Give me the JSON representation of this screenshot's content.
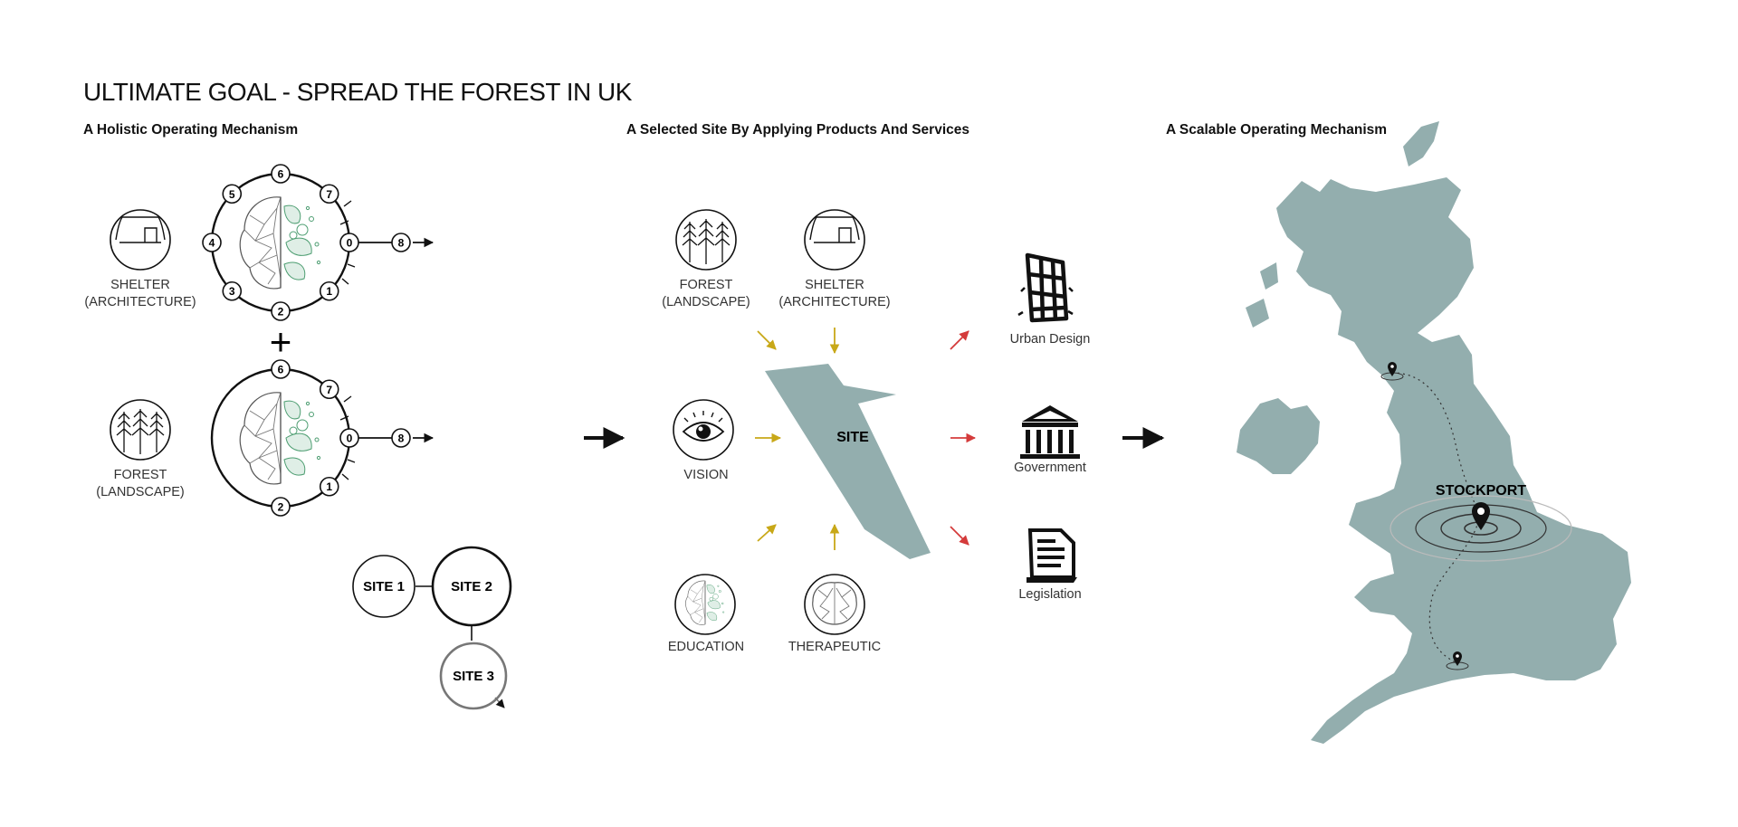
{
  "title": "ULTIMATE GOAL - SPREAD THE FOREST IN UK",
  "sections": {
    "holistic": "A Holistic Operating Mechanism",
    "selected": "A Selected Site By Applying Products And Services",
    "scalable": "A Scalable Operating Mechanism"
  },
  "left": {
    "shelter": {
      "line1": "SHELTER",
      "line2": "(ARCHITECTURE)"
    },
    "forest": {
      "line1": "FOREST",
      "line2": "(LANDSCAPE)"
    },
    "plus": "+",
    "ring1_nodes": [
      "6",
      "7",
      "0",
      "1",
      "2",
      "3",
      "4",
      "5"
    ],
    "ring2_nodes": [
      "6",
      "7",
      "0",
      "1",
      "2"
    ],
    "out_node": "8",
    "sites": [
      "SITE 1",
      "SITE 2",
      "SITE 3"
    ]
  },
  "middle": {
    "forest": {
      "line1": "FOREST",
      "line2": "(LANDSCAPE)"
    },
    "shelter": {
      "line1": "SHELTER",
      "line2": "(ARCHITECTURE)"
    },
    "vision": "VISION",
    "education": "EDUCATION",
    "therapeutic": "THERAPEUTIC",
    "site": "SITE",
    "outputs": [
      "Urban Design",
      "Government",
      "Legislation"
    ]
  },
  "map": {
    "city": "STOCKPORT"
  },
  "colors": {
    "map_fill": "#93aeae",
    "arrow_in": "#c8a818",
    "arrow_out": "#d43b3b",
    "leaf_green": "#4e9e72"
  }
}
